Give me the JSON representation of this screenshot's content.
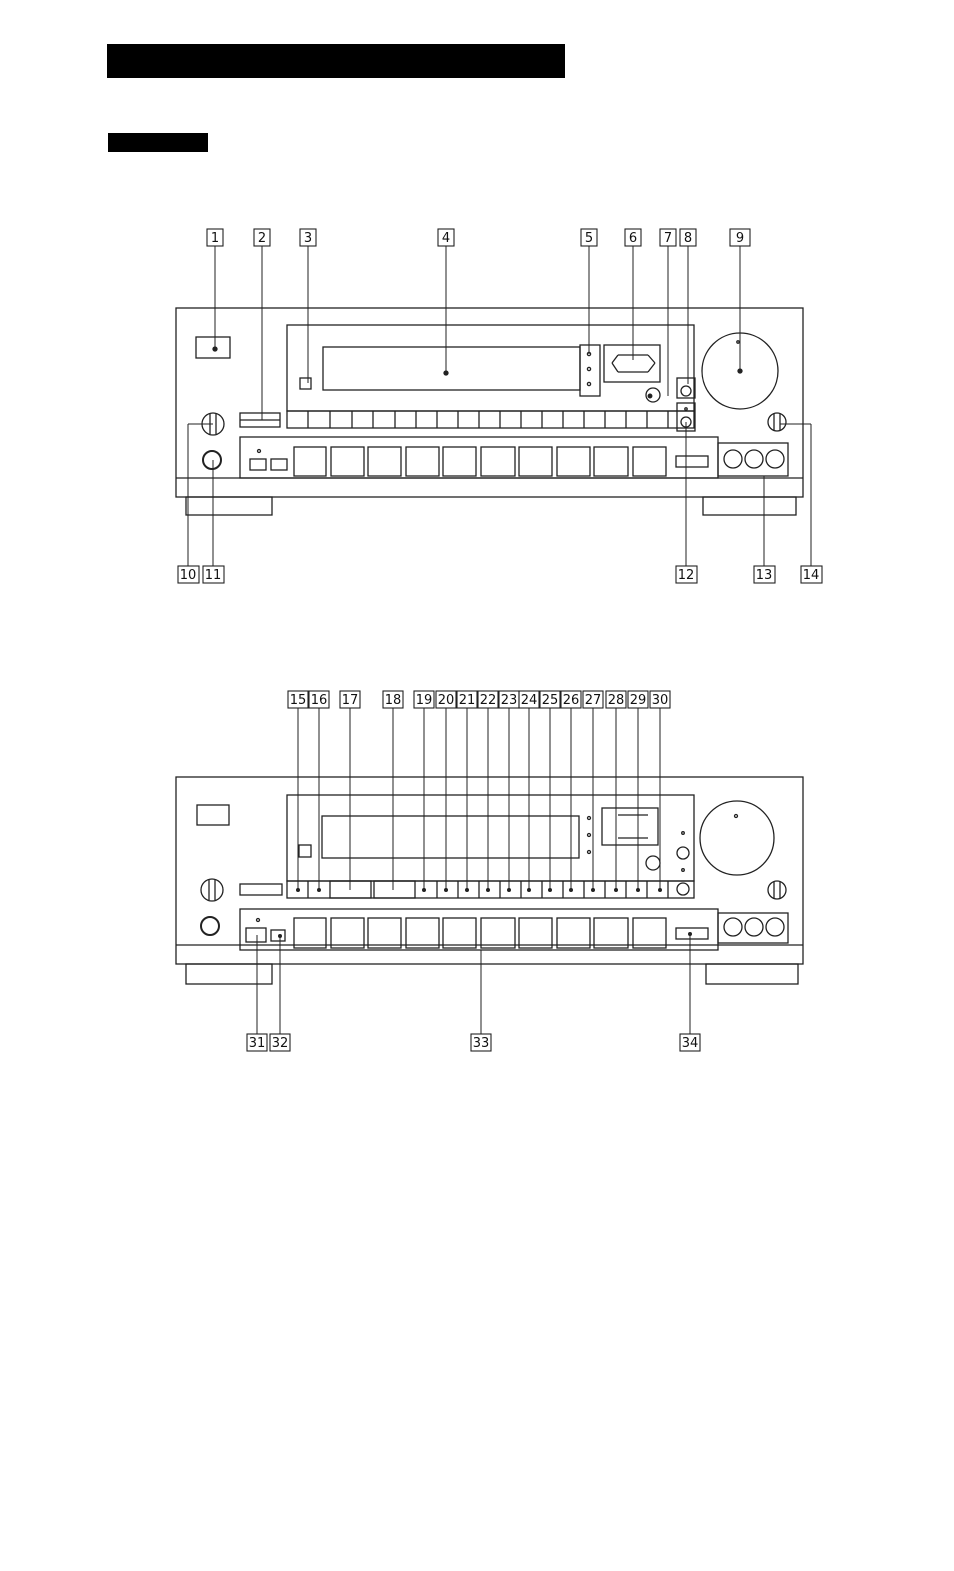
{
  "top_callouts": [
    "1",
    "2",
    "3",
    "4",
    "5",
    "6",
    "7",
    "8",
    "9"
  ],
  "bottom_callouts_fig1": [
    "10",
    "11",
    "12",
    "13",
    "14"
  ],
  "top_callouts_fig2": [
    "15",
    "16",
    "17",
    "18",
    "19",
    "20",
    "21",
    "22",
    "23",
    "24",
    "25",
    "26",
    "27",
    "28",
    "29",
    "30"
  ],
  "bottom_callouts_fig2": [
    "31",
    "32",
    "33",
    "34"
  ]
}
